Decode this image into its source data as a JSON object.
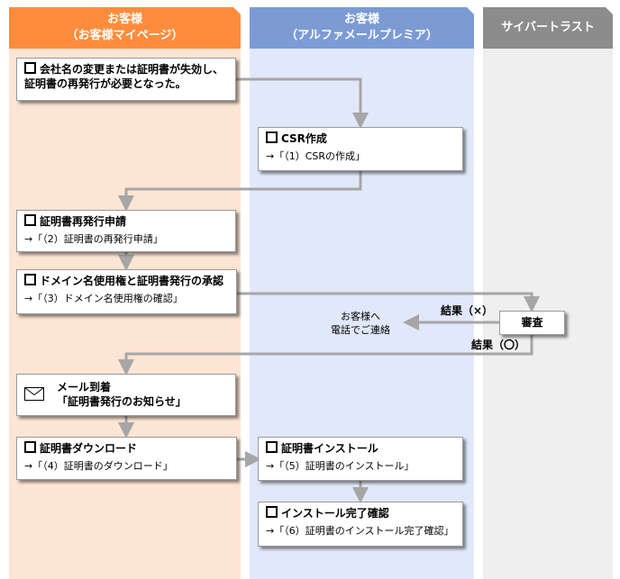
{
  "lanes": [
    {
      "title": "お客様",
      "subtitle": "（お客様マイページ）",
      "color": "#ff8c3c",
      "bg": "#fde5d4"
    },
    {
      "title": "お客様",
      "subtitle": "（アルファメールプレミア）",
      "color": "#7c9bd4",
      "bg": "#e1e8fa"
    },
    {
      "title": "サイバートラスト",
      "color": "#8c8c8c",
      "bg": "#efefef"
    }
  ],
  "steps": {
    "trigger": {
      "title": "会社名の変更または証明書が失効し、証明書の再発行が必要となった。"
    },
    "csr": {
      "title": "CSR作成",
      "ref": "→「（1）CSRの作成」"
    },
    "reissue": {
      "title": "証明書再発行申請",
      "ref": "→「（2）証明書の再発行申請」"
    },
    "domain": {
      "title": "ドメイン名使用権と証明書発行の承認",
      "ref": "→「（3）ドメイン名使用権の確認」"
    },
    "review": {
      "title": "審査"
    },
    "mail": {
      "title": "メール到着",
      "ref": "「証明書発行のお知らせ」"
    },
    "download": {
      "title": "証明書ダウンロード",
      "ref": "→「（4）証明書のダウンロード」"
    },
    "install": {
      "title": "証明書インストール",
      "ref": "→「（5）証明書のインストール」"
    },
    "confirm": {
      "title": "インストール完了確認",
      "ref": "→「（6）証明書のインストール完了確認」"
    }
  },
  "labels": {
    "result_ng": "結果（×）",
    "result_ok": "結果（〇）",
    "contact_line1": "お客様へ",
    "contact_line2": "電話でご連絡"
  },
  "icons": {
    "checkbox": "checkbox-icon",
    "mail": "mail-icon"
  }
}
